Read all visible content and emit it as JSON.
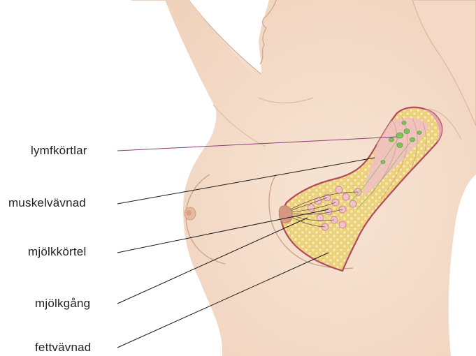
{
  "labels": {
    "lymph_nodes": "lymfkörtlar",
    "muscle_tissue": "muskelvävnad",
    "milk_gland": "mjölkkörtel",
    "milk_duct": "mjölkgång",
    "fat_tissue": "fettvävnad"
  },
  "colors": {
    "skin": "#f6e1d0",
    "skin_shadow": "#e8c6ae",
    "outline": "#cfa488",
    "section_rim": "#b34a5f",
    "muscle_fill": "#e6a7ae",
    "fat_fill": "#efdc8c",
    "fat_dots": "#f5e7ae",
    "lymph_nodes": "#7dc35a",
    "lymph_line": "#8a3d7a",
    "leader_line": "#1a1a1a"
  }
}
